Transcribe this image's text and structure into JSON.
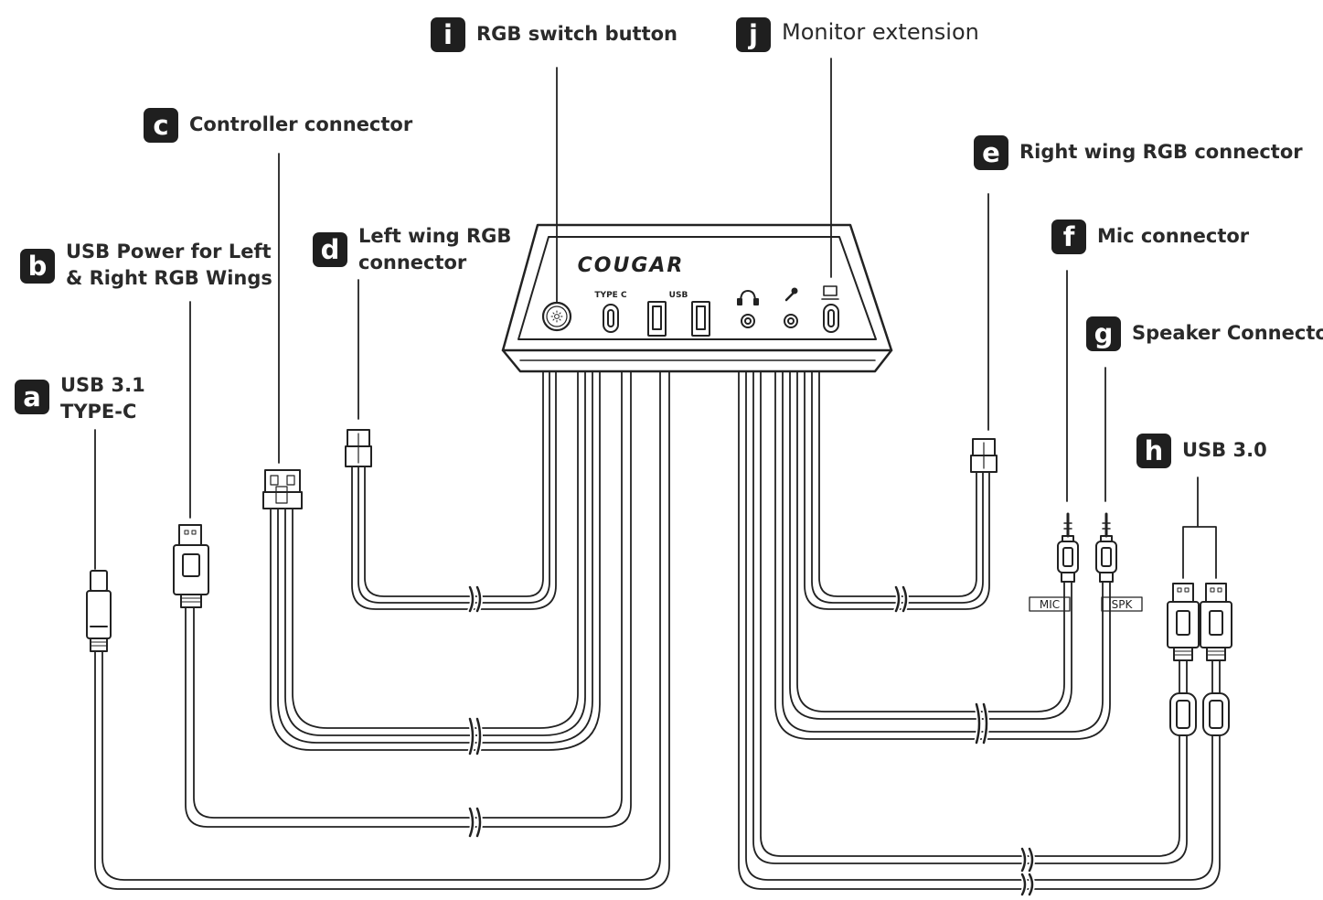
{
  "labels": [
    {
      "id": "a",
      "badge": "a",
      "text": "USB 3.1\nTYPE-C"
    },
    {
      "id": "b",
      "badge": "b",
      "text": "USB Power for Left\n& Right RGB Wings"
    },
    {
      "id": "c",
      "badge": "c",
      "text": "Controller connector"
    },
    {
      "id": "d",
      "badge": "d",
      "text": "Left wing RGB\nconnector"
    },
    {
      "id": "e",
      "badge": "e",
      "text": "Right wing RGB connector"
    },
    {
      "id": "f",
      "badge": "f",
      "text": "Mic connector"
    },
    {
      "id": "g",
      "badge": "g",
      "text": "Speaker Connector"
    },
    {
      "id": "h",
      "badge": "h",
      "text": "USB 3.0"
    },
    {
      "id": "i",
      "badge": "i",
      "text": "RGB switch button"
    },
    {
      "id": "j",
      "badge": "j",
      "text": "Monitor extension"
    }
  ],
  "hub": {
    "brand": "COUGAR",
    "port_label_typec": "TYPE C",
    "port_label_usb": "USB"
  },
  "plug_tags": {
    "mic": "MIC",
    "spk": "SPK"
  }
}
